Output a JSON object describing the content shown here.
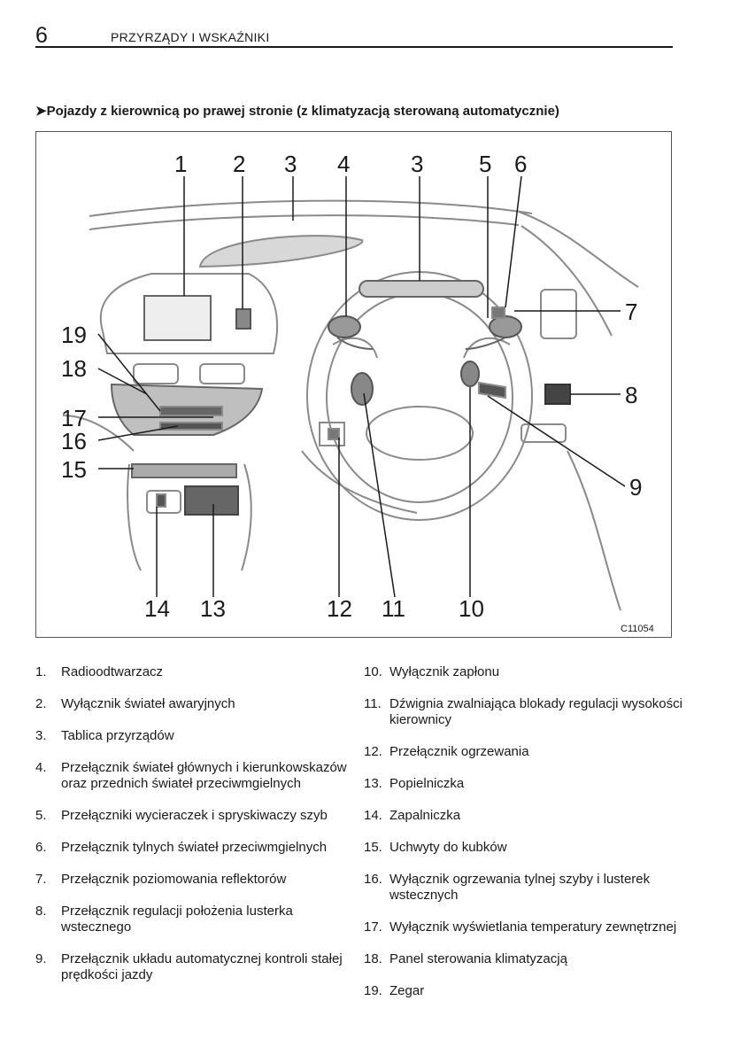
{
  "header": {
    "page_number": "6",
    "section_title": "PRZYRZĄDY I WSKAŹNIKI"
  },
  "section_heading": "➤Pojazdy z kierownicą po prawej stronie (z klimatyzacją sterowaną automatycznie)",
  "figure": {
    "code": "C11054",
    "callouts": [
      "1",
      "2",
      "3",
      "4",
      "3",
      "5",
      "6",
      "7",
      "19",
      "18",
      "8",
      "17",
      "16",
      "9",
      "15",
      "14",
      "13",
      "12",
      "11",
      "10"
    ]
  },
  "legend": {
    "left": [
      {
        "num": "1.",
        "text": "Radioodtwarzacz"
      },
      {
        "num": "2.",
        "text": "Wyłącznik świateł awaryjnych"
      },
      {
        "num": "3.",
        "text": "Tablica przyrządów"
      },
      {
        "num": "4.",
        "text": "Przełącznik świateł głównych i kierunkowskazów oraz przednich świateł przeciwmgielnych"
      },
      {
        "num": "5.",
        "text": "Przełączniki wycieraczek i spryskiwaczy szyb"
      },
      {
        "num": "6.",
        "text": "Przełącznik tylnych świateł przeciwmgielnych"
      },
      {
        "num": "7.",
        "text": "Przełącznik poziomowania reflektorów"
      },
      {
        "num": "8.",
        "text": "Przełącznik regulacji położenia lusterka wstecznego"
      },
      {
        "num": "9.",
        "text": "Przełącznik układu automatycznej kontroli stałej prędkości jazdy"
      }
    ],
    "right": [
      {
        "num": "10.",
        "text": "Wyłącznik zapłonu"
      },
      {
        "num": "11.",
        "text": "Dźwignia zwalniająca blokady regulacji wysokości kierownicy"
      },
      {
        "num": "12.",
        "text": "Przełącznik ogrzewania"
      },
      {
        "num": "13.",
        "text": "Popielniczka"
      },
      {
        "num": "14.",
        "text": "Zapalniczka"
      },
      {
        "num": "15.",
        "text": "Uchwyty do kubków"
      },
      {
        "num": "16.",
        "text": "Wyłącznik ogrzewania tylnej szyby i lusterek wstecznych"
      },
      {
        "num": "17.",
        "text": "Wyłącznik wyświetlania temperatury zewnętrznej"
      },
      {
        "num": "18.",
        "text": "Panel sterowania klimatyzacją"
      },
      {
        "num": "19.",
        "text": "Zegar"
      }
    ]
  }
}
